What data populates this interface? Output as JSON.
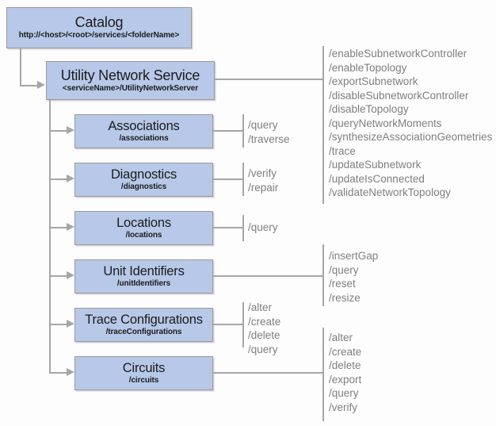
{
  "catalog": {
    "title": "Catalog",
    "url": "http://<host>/<root>/services/<folderName>"
  },
  "service": {
    "title": "Utility Network Service",
    "path": "<serviceName>/UtilityNetworkServer",
    "operations": [
      "/enableSubnetworkController",
      "/enableTopology",
      "/exportSubnetwork",
      "/disableSubnetworkController",
      "/disableTopology",
      "/queryNetworkMoments",
      "/synthesizeAssociationGeometries",
      "/trace",
      "/updateSubnetwork",
      "/updateIsConnected",
      "/validateNetworkTopology"
    ]
  },
  "resources": [
    {
      "title": "Associations",
      "path": "/associations",
      "operations": [
        "/query",
        "/traverse"
      ]
    },
    {
      "title": "Diagnostics",
      "path": "/diagnostics",
      "operations": [
        "/verify",
        "/repair"
      ]
    },
    {
      "title": "Locations",
      "path": "/locations",
      "operations": [
        "/query"
      ]
    },
    {
      "title": "Unit Identifiers",
      "path": "/unitIdentifiers",
      "operations": [
        "/insertGap",
        "/query",
        "/reset",
        "/resize"
      ]
    },
    {
      "title": "Trace Configurations",
      "path": "/traceConfigurations",
      "operations": [
        "/alter",
        "/create",
        "/delete",
        "/query"
      ]
    },
    {
      "title": "Circuits",
      "path": "/circuits",
      "operations": [
        "/alter",
        "/create",
        "/delete",
        "/export",
        "/query",
        "/verify"
      ]
    }
  ],
  "colors": {
    "box_fill": "#b7c8e8",
    "box_border": "#999a9c",
    "connector": "#a6a6a6",
    "operation_text": "#7f7f7f",
    "title_text": "#1c1c1c"
  }
}
